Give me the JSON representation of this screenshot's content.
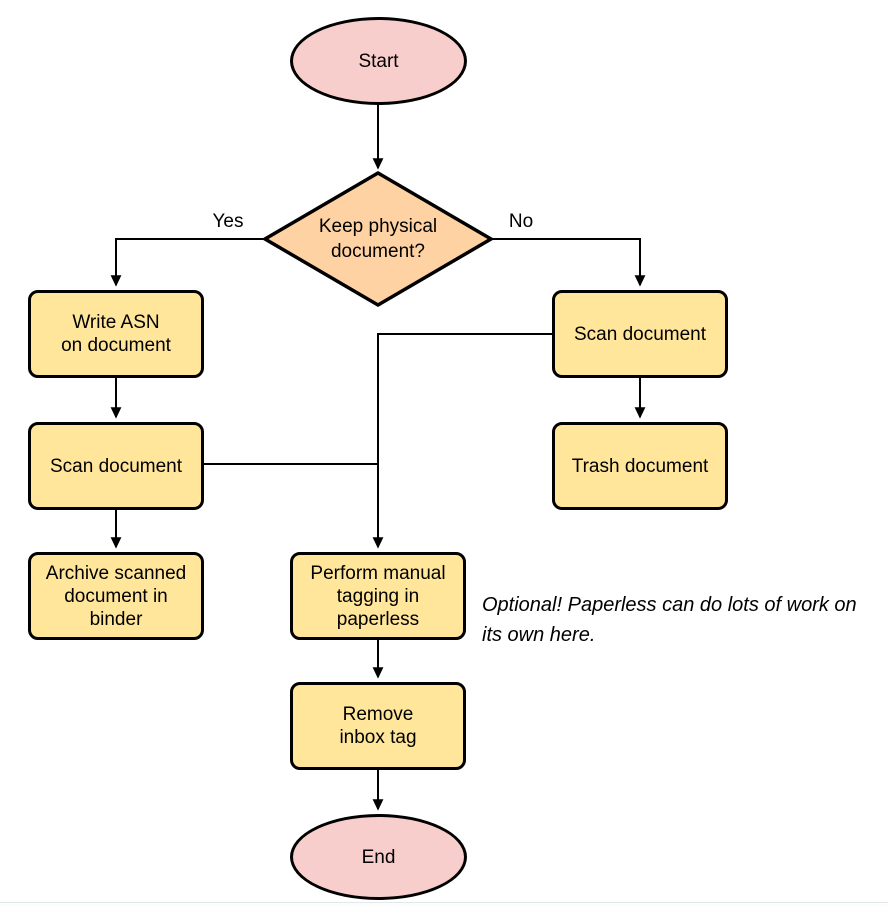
{
  "colors": {
    "pink": "#f8cecc",
    "orange": "#ffd2a3",
    "yellow": "#ffe69b",
    "stroke": "#000000"
  },
  "nodes": {
    "start": {
      "label": "Start",
      "shape": "terminator"
    },
    "decision": {
      "label": "Keep physical\ndocument?",
      "shape": "diamond"
    },
    "write_asn": {
      "label": "Write ASN\non document",
      "shape": "process"
    },
    "scan_left": {
      "label": "Scan document",
      "shape": "process"
    },
    "archive": {
      "label": "Archive scanned\ndocument in\nbinder",
      "shape": "process"
    },
    "scan_right": {
      "label": "Scan document",
      "shape": "process"
    },
    "trash": {
      "label": "Trash document",
      "shape": "process"
    },
    "tagging": {
      "label": "Perform manual\ntagging in\npaperless",
      "shape": "process"
    },
    "remove_inbox": {
      "label": "Remove\ninbox tag",
      "shape": "process"
    },
    "end": {
      "label": "End",
      "shape": "terminator"
    }
  },
  "edge_labels": {
    "yes": "Yes",
    "no": "No"
  },
  "note": "Optional! Paperless can do lots of work on\nits own here."
}
